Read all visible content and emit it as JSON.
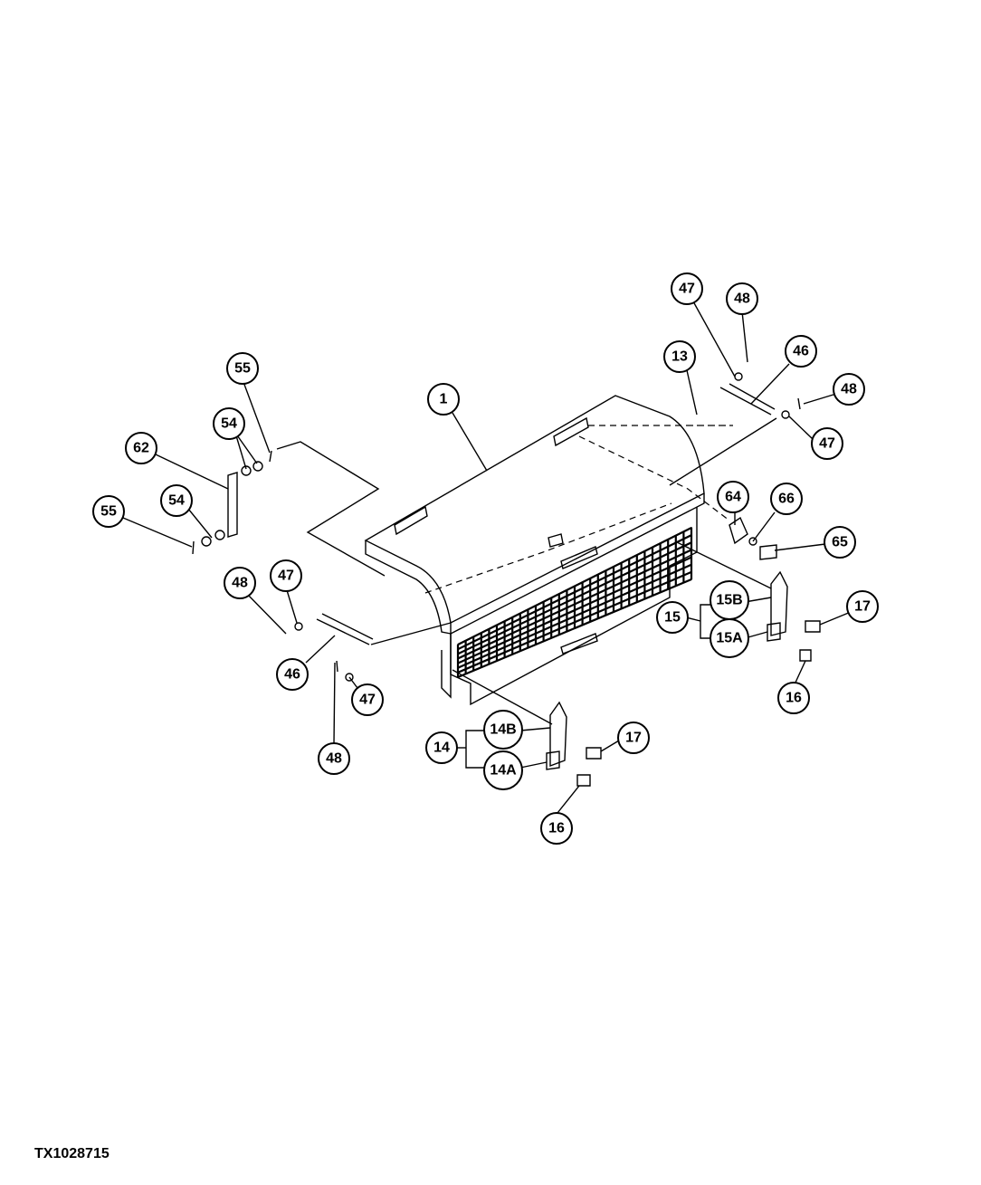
{
  "figure_id": "TX1028715",
  "callouts": [
    "1",
    "13",
    "14",
    "14A",
    "14B",
    "15",
    "15A",
    "15B",
    "16",
    "16",
    "17",
    "17",
    "46",
    "46",
    "47",
    "47",
    "47",
    "47",
    "48",
    "48",
    "48",
    "48",
    "54",
    "54",
    "55",
    "55",
    "62",
    "64",
    "65",
    "66"
  ]
}
